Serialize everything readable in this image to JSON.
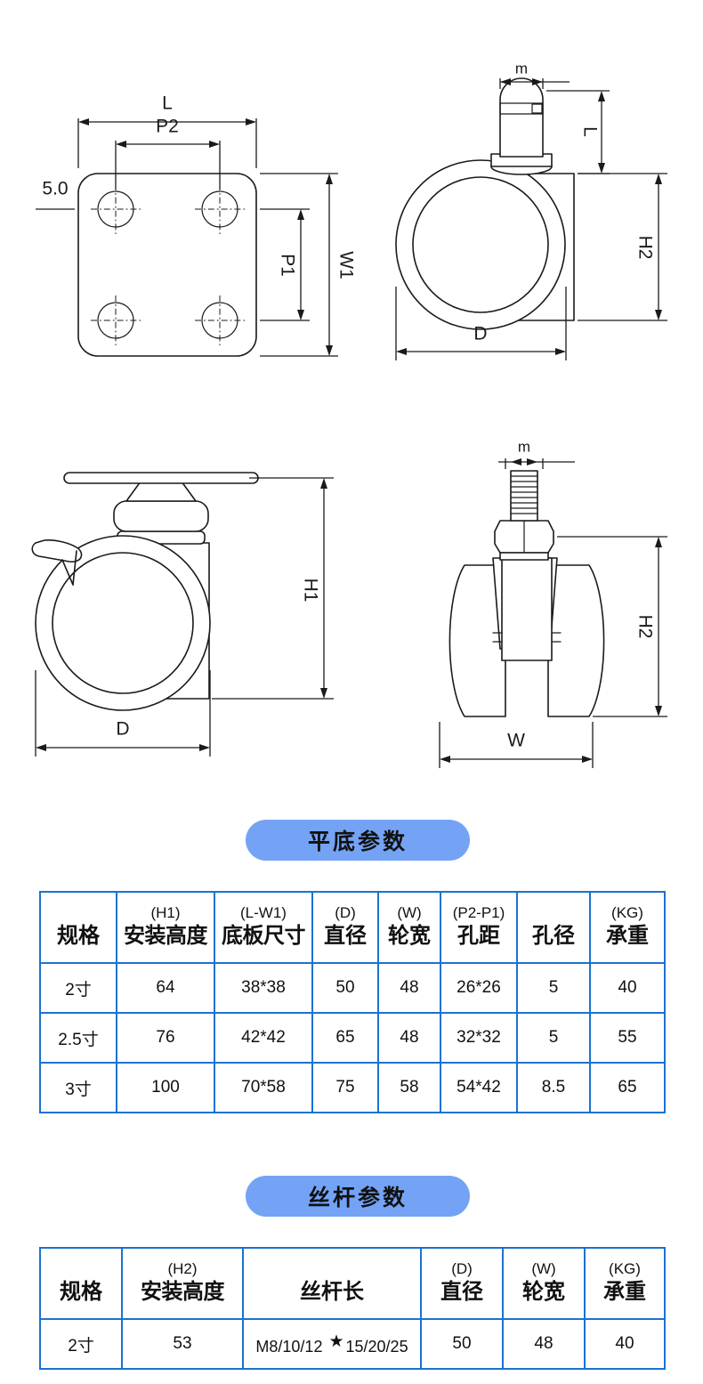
{
  "drawings": {
    "plate_top": {
      "name": "top-plate-plan-view",
      "labels": {
        "length": "L",
        "hole_spacing_long": "P2",
        "width": "W1",
        "hole_spacing_short": "P1",
        "thickness": "5.0"
      }
    },
    "stem_side": {
      "name": "stem-caster-side-view",
      "labels": {
        "stem_thread": "m",
        "stem_length": "L",
        "overall_height": "H2",
        "wheel_diameter": "D"
      }
    },
    "plate_side": {
      "name": "plate-caster-side-view-with-brake",
      "labels": {
        "overall_height": "H1",
        "wheel_diameter": "D"
      }
    },
    "stem_front": {
      "name": "stem-caster-front-view",
      "labels": {
        "stem_thread": "m",
        "overall_height": "H2",
        "wheel_width": "W"
      }
    }
  },
  "sections": {
    "flat_plate": {
      "badge_label": "平底参数",
      "table": {
        "headers": [
          {
            "sub": "",
            "main": "规格"
          },
          {
            "sub": "(H1)",
            "main": "安装高度"
          },
          {
            "sub": "(L-W1)",
            "main": "底板尺寸"
          },
          {
            "sub": "(D)",
            "main": "直径"
          },
          {
            "sub": "(W)",
            "main": "轮宽"
          },
          {
            "sub": "(P2-P1)",
            "main": "孔距"
          },
          {
            "sub": "",
            "main": "孔径"
          },
          {
            "sub": "(KG)",
            "main": "承重"
          }
        ],
        "rows": [
          [
            "2寸",
            "64",
            "38*38",
            "50",
            "48",
            "26*26",
            "5",
            "40"
          ],
          [
            "2.5寸",
            "76",
            "42*42",
            "65",
            "48",
            "32*32",
            "5",
            "55"
          ],
          [
            "3寸",
            "100",
            "70*58",
            "75",
            "58",
            "54*42",
            "8.5",
            "65"
          ]
        ]
      }
    },
    "screw_stem": {
      "badge_label": "丝杆参数",
      "table": {
        "headers": [
          {
            "sub": "",
            "main": "规格"
          },
          {
            "sub": "(H2)",
            "main": "安装高度"
          },
          {
            "sub": "",
            "main": "丝杆长"
          },
          {
            "sub": "(D)",
            "main": "直径"
          },
          {
            "sub": "(W)",
            "main": "轮宽"
          },
          {
            "sub": "(KG)",
            "main": "承重"
          }
        ],
        "rows": [
          {
            "size": "2寸",
            "height": "53",
            "screw_prefix": "M8/10/12",
            "screw_star": "★",
            "screw_suffix": "15/20/25",
            "diameter": "50",
            "width": "48",
            "load": "40"
          }
        ]
      }
    }
  },
  "colors": {
    "badge_background": "#74a3f5",
    "table_border": "#1a73d0",
    "line": "#1a1a1a",
    "page_background": "#ffffff"
  }
}
